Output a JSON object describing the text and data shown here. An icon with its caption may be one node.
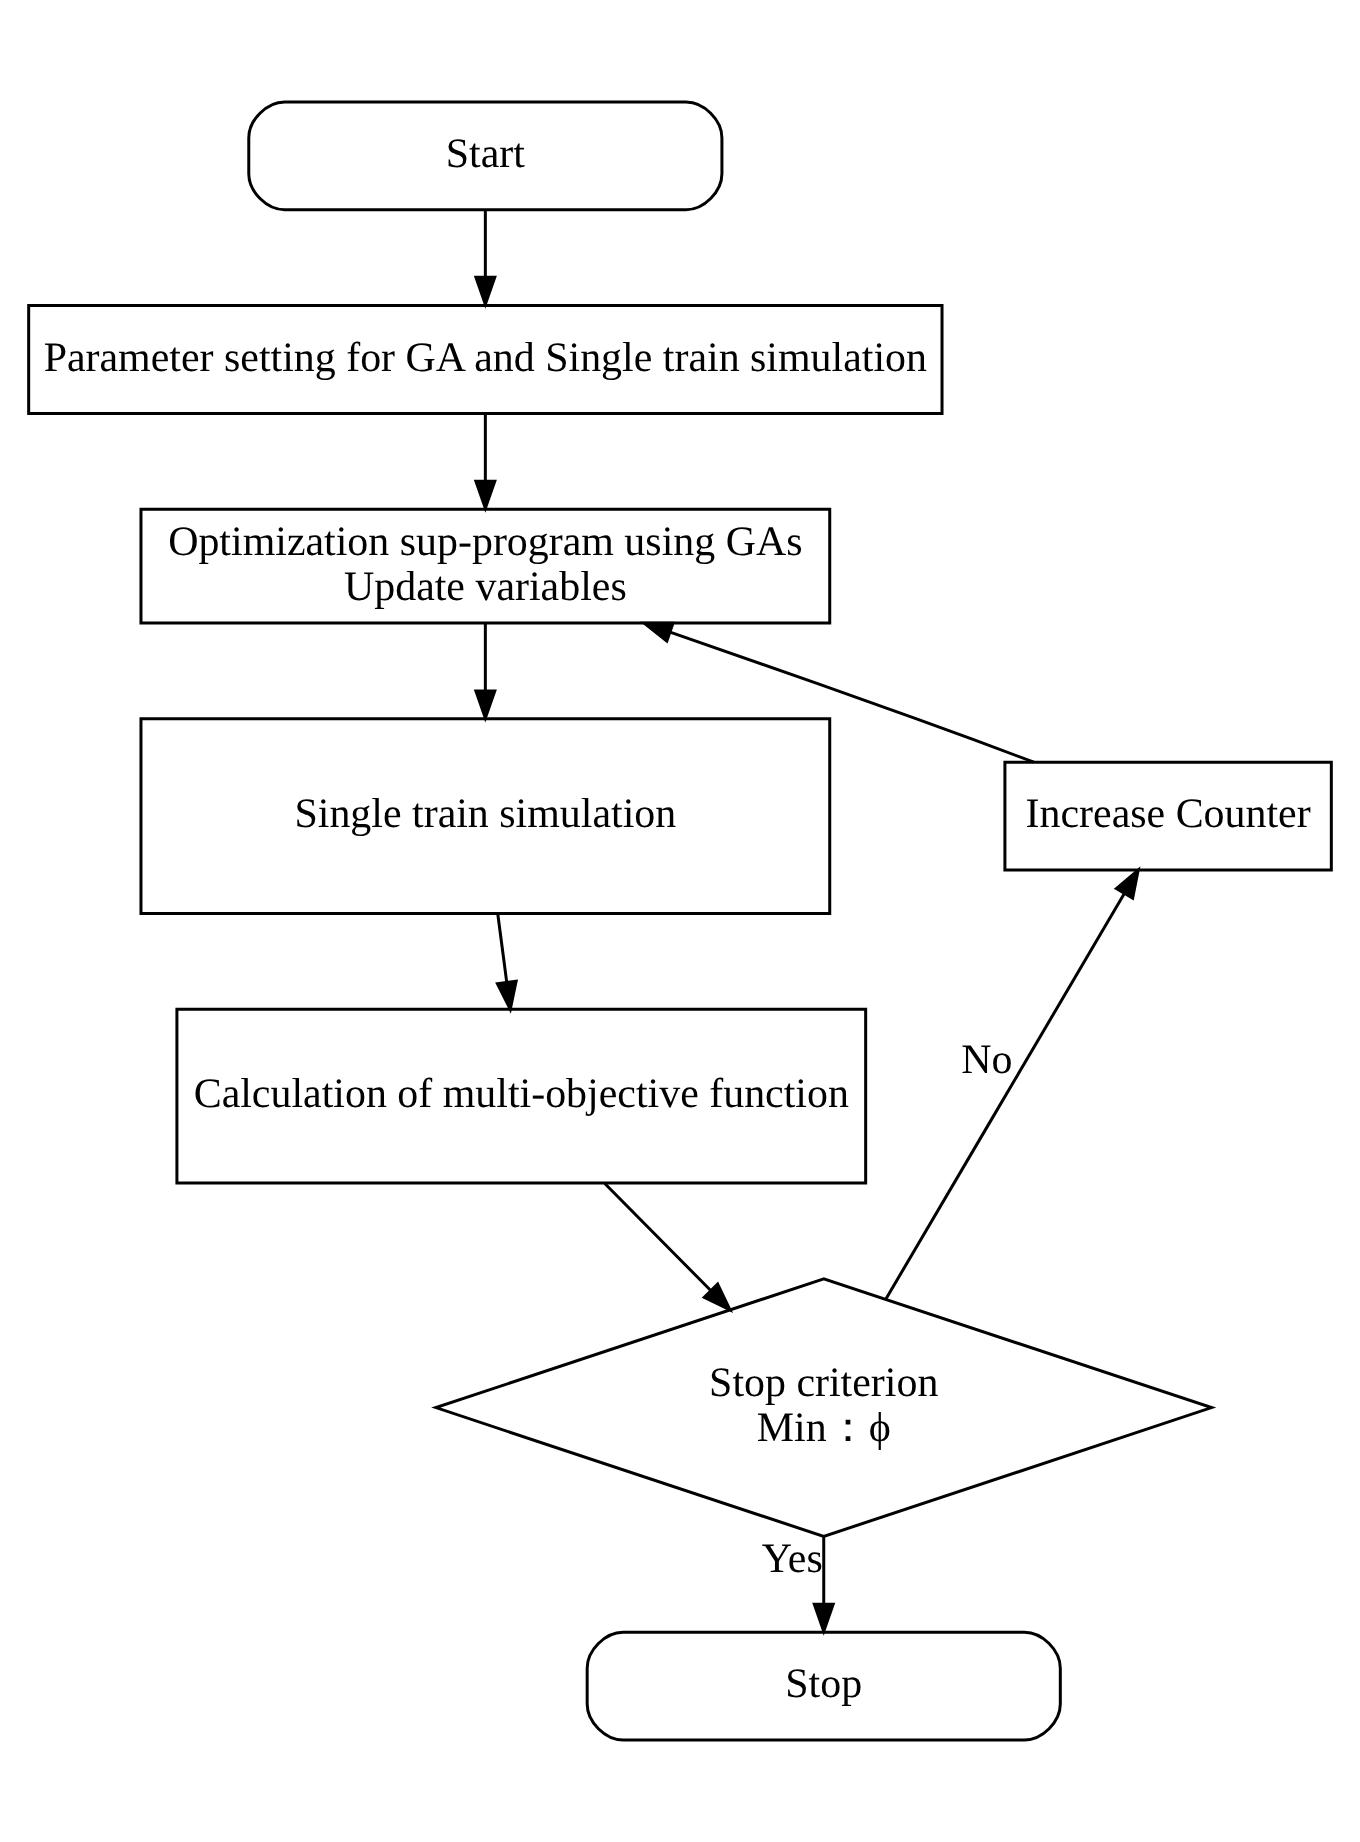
{
  "diagram": {
    "nodes": [
      {
        "text": [
          "Start"
        ]
      },
      {
        "text": [
          "Parameter setting for GA and Single train simulation"
        ]
      },
      {
        "text": [
          "Optimization sup-program using GAs",
          "Update variables"
        ]
      },
      {
        "text": [
          "Single train simulation"
        ]
      },
      {
        "text": [
          "Calculation of multi-objective function"
        ]
      },
      {
        "text": [
          "Stop criterion",
          "Min：ϕ"
        ]
      },
      {
        "text": [
          "Stop"
        ]
      },
      {
        "text": [
          "Increase Counter"
        ]
      }
    ],
    "edges": [
      {
        "from": 0,
        "to": 1,
        "arrow": "to"
      },
      {
        "from": 1,
        "to": 2,
        "arrow": "to"
      },
      {
        "from": 2,
        "to": 3,
        "arrow": "to"
      },
      {
        "from": 3,
        "to": 4,
        "arrow": "to"
      },
      {
        "from": 4,
        "to": 5,
        "arrow": "to"
      },
      {
        "from": 5,
        "to": 6,
        "label": "Yes",
        "arrow": "to"
      },
      {
        "from": 5,
        "to": 7,
        "label": "No",
        "arrow": "to"
      },
      {
        "from": 7,
        "to": 2,
        "arrow": "to"
      }
    ]
  }
}
